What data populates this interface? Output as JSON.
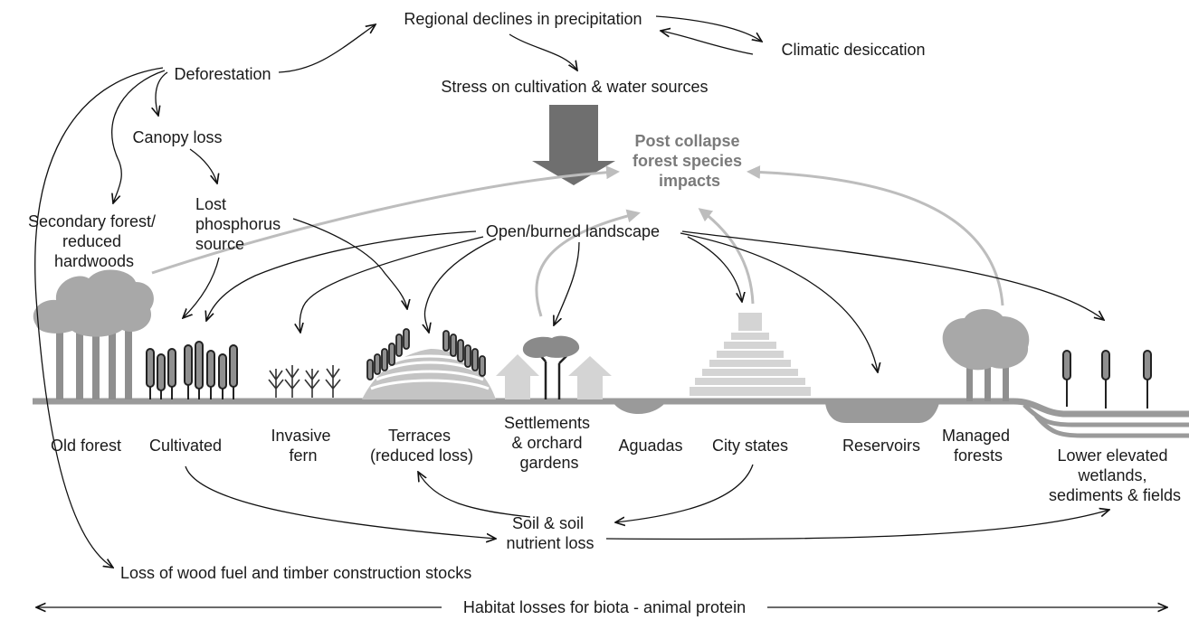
{
  "nodes": {
    "precip": "Regional declines in precipitation",
    "desiccation": "Climatic desiccation",
    "deforestation": "Deforestation",
    "stress": "Stress on cultivation & water sources",
    "canopy": "Canopy loss",
    "impacts": [
      "Post collapse",
      "forest species",
      "impacts"
    ],
    "secondary": [
      "Secondary forest/",
      "reduced",
      "hardwoods"
    ],
    "phosphorus": [
      "Lost",
      "phosphorus",
      "source"
    ],
    "open": "Open/burned landscape",
    "soil": [
      "Soil & soil",
      "nutrient loss"
    ],
    "wood": "Loss of wood fuel and timber construction stocks",
    "habitat": "Habitat losses for biota - animal protein"
  },
  "landscape": {
    "old_forest": "Old forest",
    "cultivated": "Cultivated",
    "fern": [
      "Invasive",
      "fern"
    ],
    "terraces": [
      "Terraces",
      "(reduced loss)"
    ],
    "settlements": [
      "Settlements",
      "& orchard",
      "gardens"
    ],
    "aguadas": "Aguadas",
    "city": "City states",
    "reservoirs": "Reservoirs",
    "managed": [
      "Managed",
      "forests"
    ],
    "wetlands": [
      "Lower elevated",
      "wetlands,",
      "sediments & fields"
    ]
  },
  "colors": {
    "ink": "#111111",
    "grey_arrow": "#bdbdbd",
    "big_arrow": "#6f6f6f",
    "ground": "#9a9a9a",
    "tree": "#a8a8a8",
    "structure": "#d4d4d4"
  }
}
